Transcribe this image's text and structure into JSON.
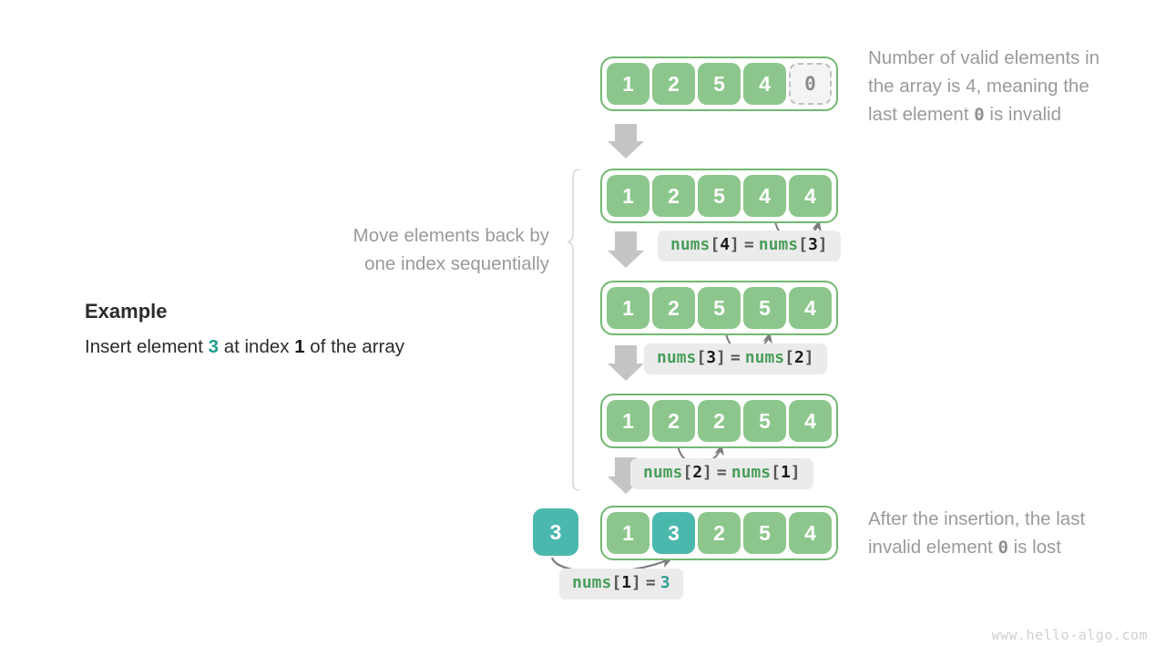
{
  "title": "Array insertion operation diagram",
  "colors": {
    "green_cell": "#8cc68c",
    "green_border": "#72b872",
    "teal_cell": "#4bb8ae",
    "invalid_fill": "#f4f4f4",
    "invalid_border": "#bfbfbf",
    "label_bg": "#ebebeb",
    "code_name": "#4a9e5c",
    "note_text": "#9a9a9a",
    "arrow_gray": "#bfbfbf",
    "curve_gray": "#7d7d7d"
  },
  "example": {
    "heading": "Example",
    "line_prefix": "Insert element ",
    "value": "3",
    "line_middle": " at index ",
    "index": "1",
    "line_suffix": " of the array"
  },
  "brace_note": {
    "text": "Move elements back by\none index sequentially"
  },
  "notes": {
    "top": {
      "part1": "Number of valid elements in\nthe array is 4, meaning the\nlast element ",
      "mono": "0",
      "part2": " is invalid"
    },
    "bottom": {
      "part1": "After the insertion, the last\ninvalid element ",
      "mono": "0",
      "part2": " is lost"
    }
  },
  "rows": [
    {
      "id": "row-initial",
      "cells": [
        {
          "value": "1",
          "style": "green"
        },
        {
          "value": "2",
          "style": "green"
        },
        {
          "value": "5",
          "style": "green"
        },
        {
          "value": "4",
          "style": "green"
        },
        {
          "value": "0",
          "style": "invalid"
        }
      ]
    },
    {
      "id": "row-shift-4",
      "cells": [
        {
          "value": "1",
          "style": "green"
        },
        {
          "value": "2",
          "style": "green"
        },
        {
          "value": "5",
          "style": "green"
        },
        {
          "value": "4",
          "style": "green"
        },
        {
          "value": "4",
          "style": "green"
        }
      ]
    },
    {
      "id": "row-shift-3",
      "cells": [
        {
          "value": "1",
          "style": "green"
        },
        {
          "value": "2",
          "style": "green"
        },
        {
          "value": "5",
          "style": "green"
        },
        {
          "value": "5",
          "style": "green"
        },
        {
          "value": "4",
          "style": "green"
        }
      ]
    },
    {
      "id": "row-shift-2",
      "cells": [
        {
          "value": "1",
          "style": "green"
        },
        {
          "value": "2",
          "style": "green"
        },
        {
          "value": "2",
          "style": "green"
        },
        {
          "value": "5",
          "style": "green"
        },
        {
          "value": "4",
          "style": "green"
        }
      ]
    },
    {
      "id": "row-final",
      "cells": [
        {
          "value": "1",
          "style": "green"
        },
        {
          "value": "3",
          "style": "teal"
        },
        {
          "value": "2",
          "style": "green"
        },
        {
          "value": "5",
          "style": "green"
        },
        {
          "value": "4",
          "style": "green"
        }
      ]
    }
  ],
  "insert_element": {
    "value": "3"
  },
  "code_labels": [
    {
      "id": "label-4-3",
      "name": "nums",
      "lb": "[",
      "index": "4",
      "rb": "]",
      "eq": "=",
      "rname": "nums",
      "rlb": "[",
      "rindex": "3",
      "rrb": "]"
    },
    {
      "id": "label-3-2",
      "name": "nums",
      "lb": "[",
      "index": "3",
      "rb": "]",
      "eq": "=",
      "rname": "nums",
      "rlb": "[",
      "rindex": "2",
      "rrb": "]"
    },
    {
      "id": "label-2-1",
      "name": "nums",
      "lb": "[",
      "index": "2",
      "rb": "]",
      "eq": "=",
      "rname": "nums",
      "rlb": "[",
      "rindex": "1",
      "rrb": "]"
    },
    {
      "id": "label-1-val",
      "name": "nums",
      "lb": "[",
      "index": "1",
      "rb": "]",
      "eq": "=",
      "rvalue": "3"
    }
  ],
  "watermark": "www.hello-algo.com"
}
